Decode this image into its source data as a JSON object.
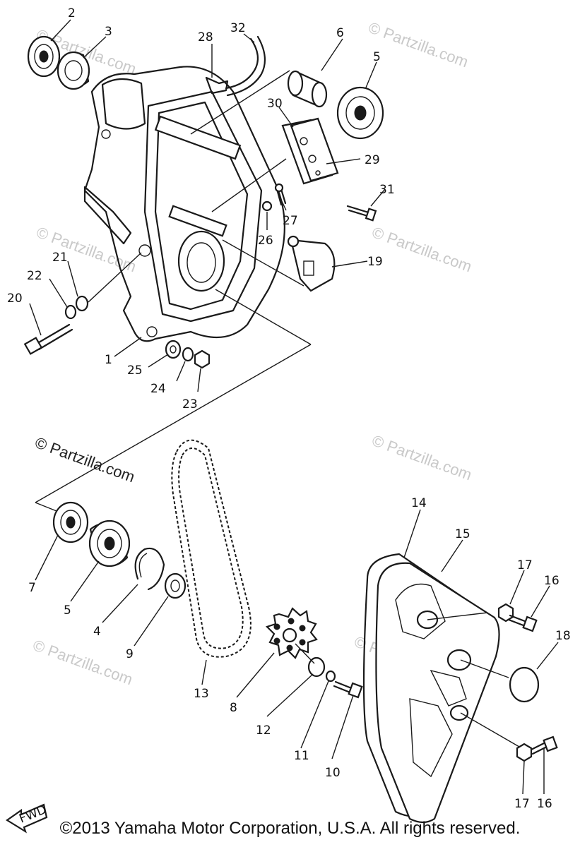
{
  "watermarks": {
    "small": "© Partzilla.com",
    "main": "© Partzilla.com"
  },
  "fwd_label": "FWD",
  "copyright": "©2013 Yamaha Motor Corporation, U.S.A. All rights reserved.",
  "callouts": {
    "c1": "1",
    "c2": "2",
    "c3": "3",
    "c4": "4",
    "c5a": "5",
    "c5b": "5",
    "c6": "6",
    "c7": "7",
    "c8": "8",
    "c9": "9",
    "c10": "10",
    "c11": "11",
    "c12": "12",
    "c13": "13",
    "c14": "14",
    "c15": "15",
    "c16a": "16",
    "c16b": "16",
    "c17a": "17",
    "c17b": "17",
    "c18": "18",
    "c19": "19",
    "c20": "20",
    "c21": "21",
    "c22": "22",
    "c23": "23",
    "c24": "24",
    "c25": "25",
    "c26": "26",
    "c27": "27",
    "c28": "28",
    "c29": "29",
    "c30": "30",
    "c31": "31",
    "c32": "32"
  }
}
